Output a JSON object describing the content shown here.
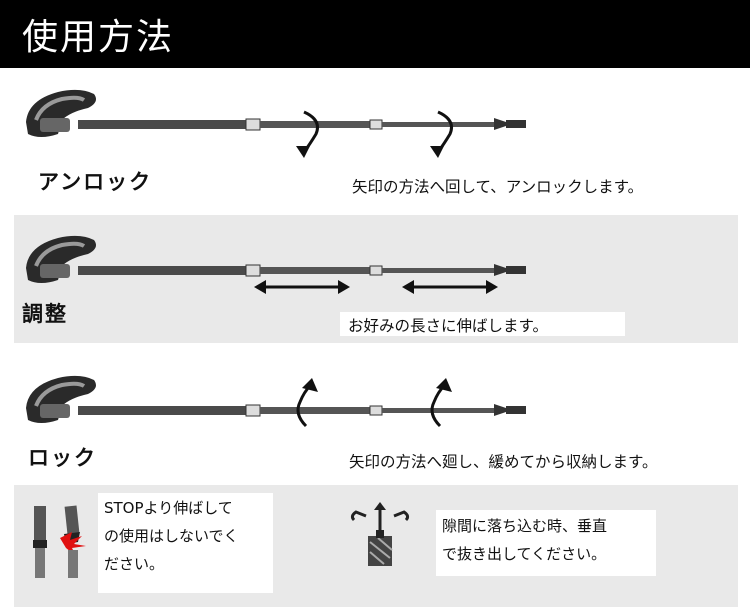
{
  "header": {
    "title": "使用方法"
  },
  "steps": [
    {
      "label": "アンロック",
      "description": "矢印の方法へ回して、アンロックします。"
    },
    {
      "label": "調整",
      "description": "お好みの長さに伸ばします。"
    },
    {
      "label": "ロック",
      "description": "矢印の方法へ廻し、緩めてから収納します。"
    }
  ],
  "notes": [
    {
      "lines": [
        "STOPより伸ばして",
        "の使用はしないでく",
        "ださい。"
      ]
    },
    {
      "lines": [
        "隙間に落ち込む時、垂直",
        "で抜き出してください。"
      ]
    }
  ]
}
